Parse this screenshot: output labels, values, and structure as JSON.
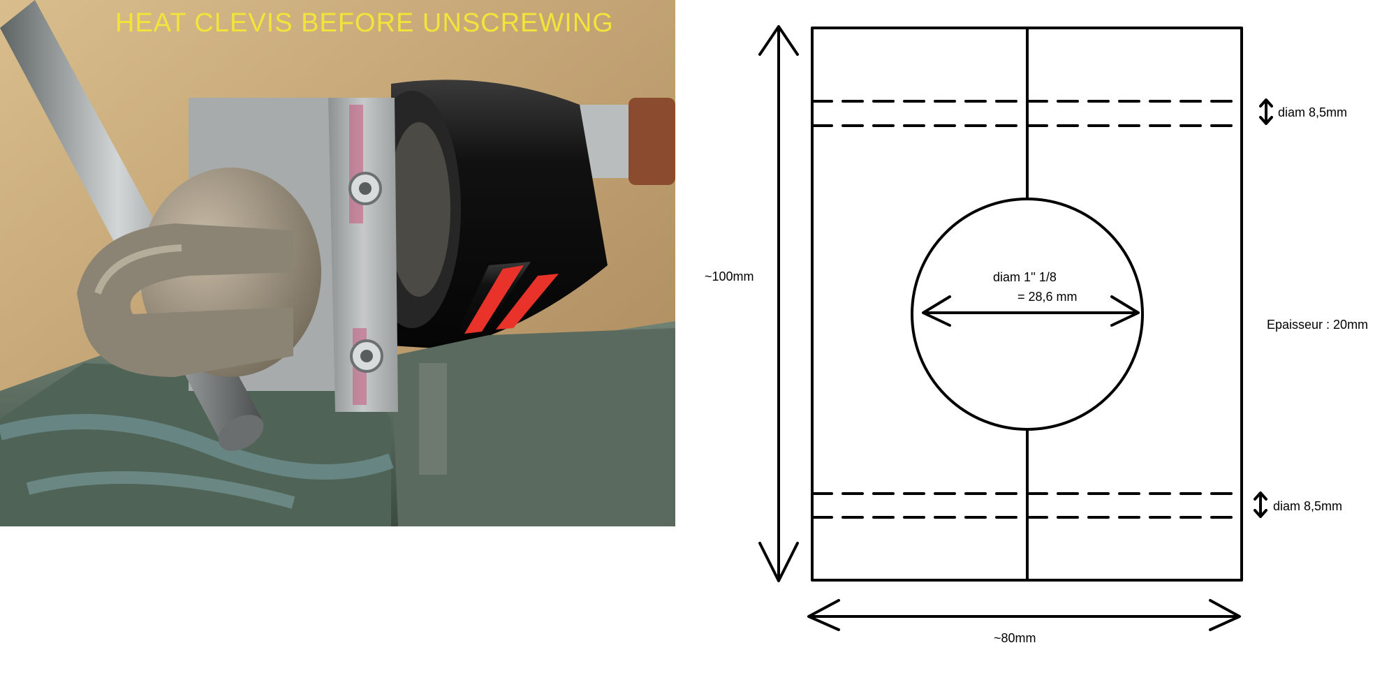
{
  "photo": {
    "caption": "HEAT CLEVIS BEFORE UNSCREWING",
    "caption_color": "#f2e43a",
    "background_color": "#c8a876",
    "vise_color": "#5f7366",
    "bar_color": "#9aa0a0",
    "cylinder_color": "#1a1a1a",
    "stripe_color": "#e8322a",
    "block_color": "#b9bcbc"
  },
  "drawing": {
    "height_label": "~100mm",
    "width_label": "~80mm",
    "top_hole_label": "diam 8,5mm",
    "bottom_hole_label": "diam 8,5mm",
    "circle_label_line1": "diam 1'' 1/8",
    "circle_label_line2": "= 28,6 mm",
    "thickness_label": "Epaisseur : 20mm",
    "line_color": "#000000"
  }
}
